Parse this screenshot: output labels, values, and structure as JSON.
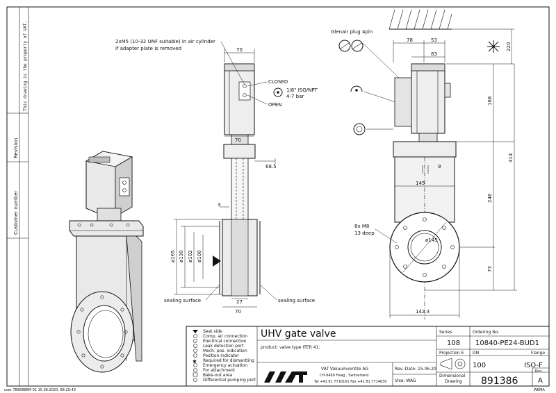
{
  "left_strip": {
    "property_note": "This drawing is the property of VAT.",
    "revision_label": "Revision",
    "customer_label": "Customer number"
  },
  "side_view": {
    "screw_note_line1": "2xM5 (10-32 UNF suitable) in air cylinder",
    "screw_note_line2": "if adapter plate is removed",
    "closed_label": "CLOSED",
    "open_label": "OPEN",
    "air_port_line1": "1/8\" ISO/NPT",
    "air_port_line2": "4-7 bar",
    "dim_top_width": "70",
    "dim_cyl_width": "70",
    "dim_body_depth": "68.5",
    "dim_gap": "3",
    "dim_d165": "ø165",
    "dim_d130": "ø130",
    "dim_d102": "ø102",
    "dim_d100": "ø100",
    "dim_27": "27",
    "dim_bottom_70": "70",
    "sealing_left": "sealing surface",
    "sealing_right": "sealing surface"
  },
  "front_view": {
    "glenair_label": "Glenair plug 4pin",
    "dim_78": "78",
    "dim_53": "53",
    "dim_83": "83",
    "dim_220": "220",
    "dim_168": "168",
    "dim_414": "414",
    "dim_9": "9",
    "dim_145": "145",
    "dim_246": "246",
    "dim_73": "73",
    "dim_bore": "ø145",
    "dim_142": "142.3",
    "bolt_note_line1": "8x M8",
    "bolt_note_line2": "13 deep"
  },
  "legend": [
    "Seat side",
    "Comp. air connection",
    "Electrical connection",
    "Leak detection port",
    "Mech. pos. indication",
    "Position indicator",
    "Required for dismantling",
    "Emergency actuation",
    "For attachment",
    "Bake-out area",
    "Differential pumping port"
  ],
  "title_block": {
    "title": "UHV gate valve",
    "product": "product: valve type ITER 41;",
    "company": "VAT Vakuumventile AG",
    "address": "CH-9469 Haag , Switzerland",
    "phone": "Tel +41 81 7716161 Fax +41 81 7714830",
    "logo": "VAT",
    "rev_date_label": "Rev.-Date: 15.06.20",
    "visa_label": "Visa: WAG",
    "series_label": "Series",
    "series_value": "108",
    "ordering_label": "Ordering No.",
    "ordering_value": "10840-PE24-BUD1",
    "projection_label": "Projection E",
    "dn_label": "DN",
    "dn_value": "100",
    "flange_label": "Flange",
    "flange_value": "ISO-F",
    "dimensional_label": "Dimensional",
    "drawing_label": "Drawing",
    "drawing_number": "891386",
    "rev_label": "Rev.",
    "rev_value": "A",
    "footer_code": "user 7888888M 01 15.06.2020, 08:20:43",
    "footer_tag": "WEMA"
  }
}
